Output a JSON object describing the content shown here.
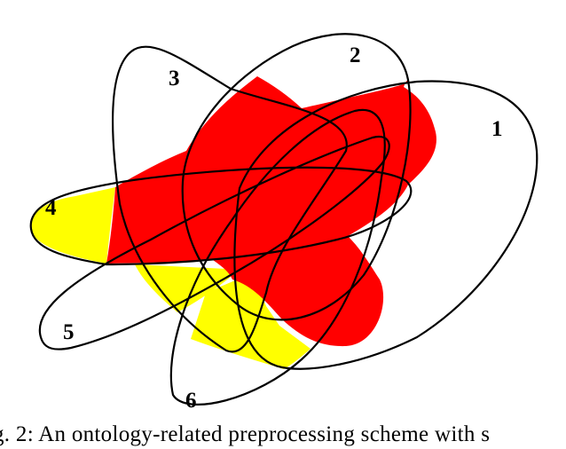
{
  "diagram": {
    "colors": {
      "red": "#ff0000",
      "yellow": "#ffff00",
      "outline": "#000000"
    },
    "sets": [
      {
        "id": "set-1",
        "label": "1"
      },
      {
        "id": "set-2",
        "label": "2"
      },
      {
        "id": "set-3",
        "label": "3"
      },
      {
        "id": "set-4",
        "label": "4"
      },
      {
        "id": "set-5",
        "label": "5"
      },
      {
        "id": "set-6",
        "label": "6"
      }
    ]
  },
  "caption": {
    "text": "g. 2: An ontology-related preprocessing scheme with s"
  }
}
